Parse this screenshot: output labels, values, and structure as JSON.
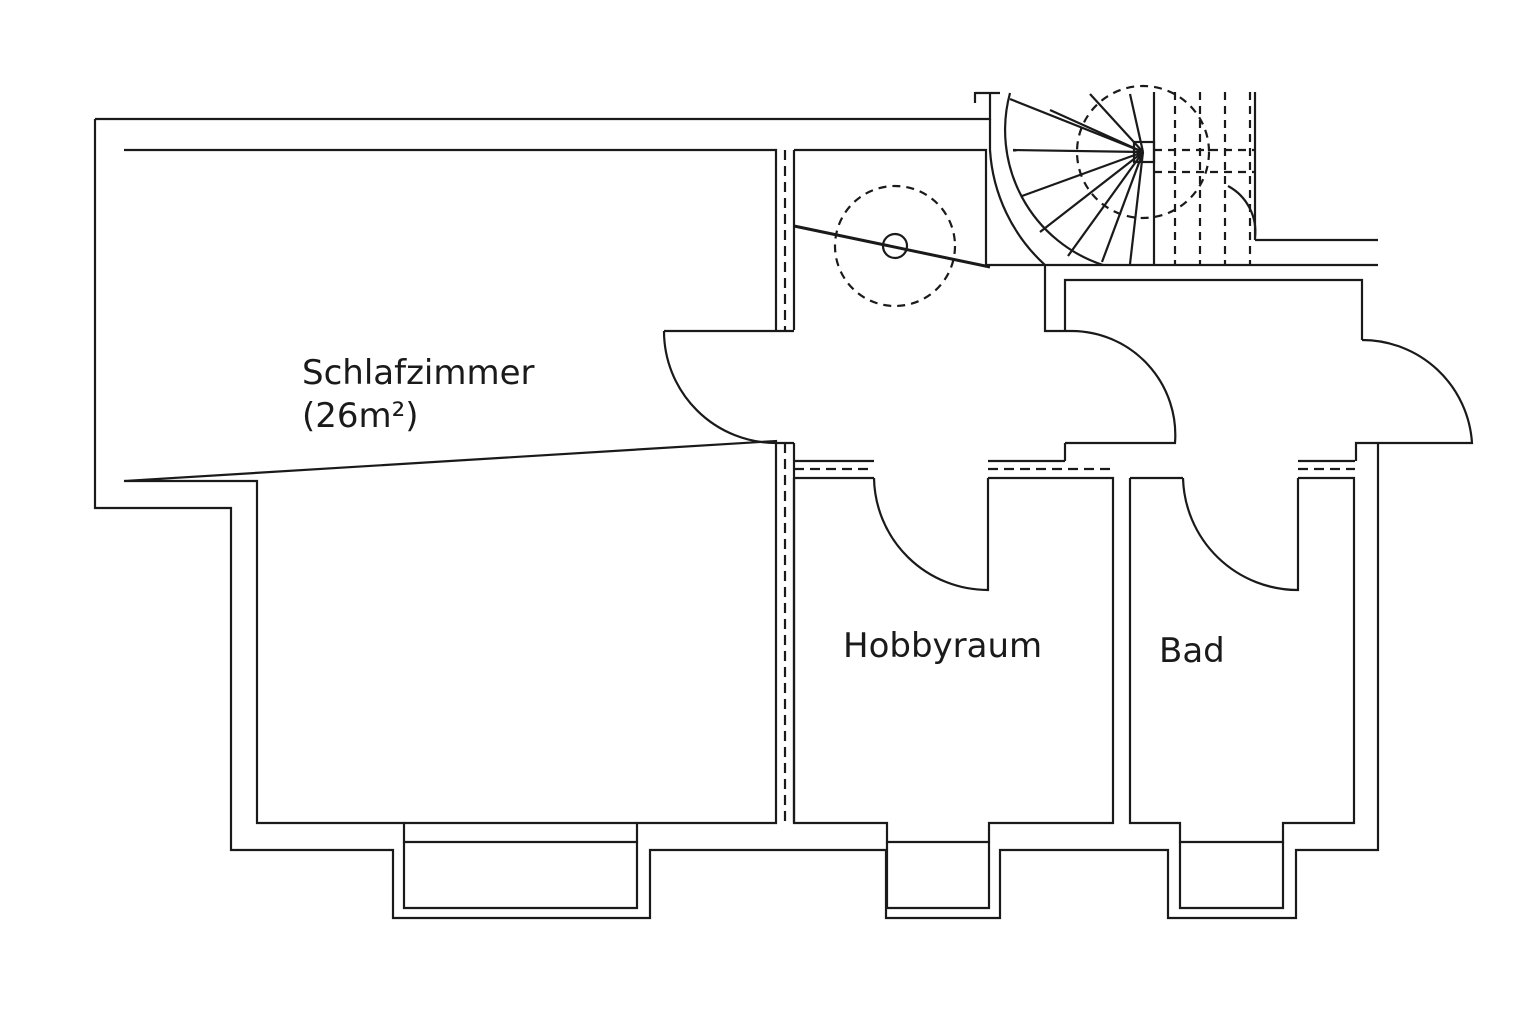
{
  "rooms": {
    "schlafzimmer": {
      "name": "Schlafzimmer",
      "area": "(26m²)"
    },
    "hobbyraum": {
      "name": "Hobbyraum"
    },
    "bad": {
      "name": "Bad"
    }
  },
  "colors": {
    "line": "#1a1a1a",
    "background": "#ffffff"
  },
  "elements": [
    "spiral-staircase",
    "straight-staircase",
    "doors",
    "windows",
    "roof-hatch"
  ]
}
